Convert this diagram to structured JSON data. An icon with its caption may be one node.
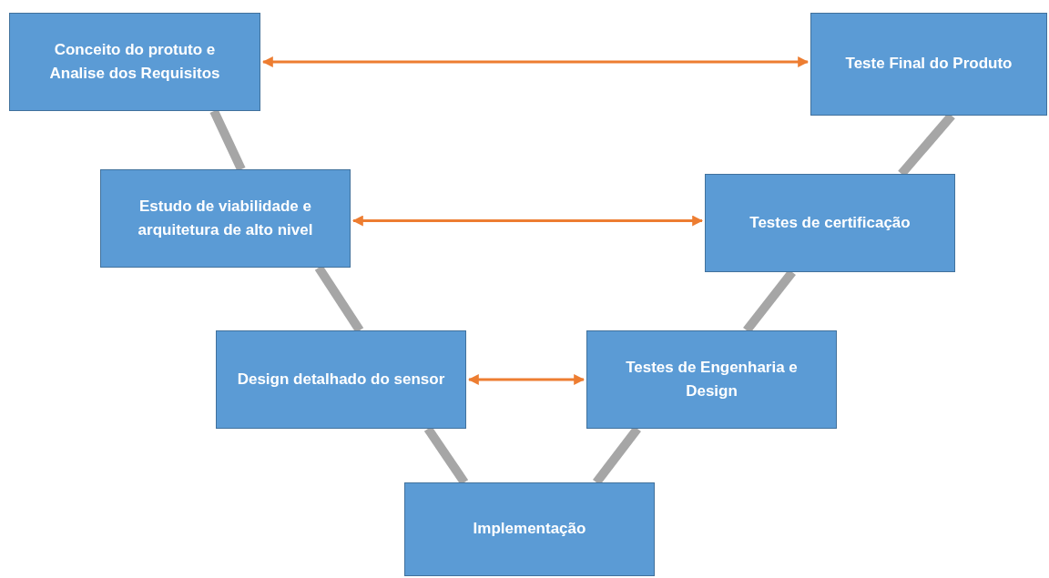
{
  "diagram": {
    "nodes": [
      {
        "text": [
          "Conceito do protuto e Analise dos Requisitos"
        ]
      },
      {
        "text": [
          "Teste Final do Produto"
        ]
      },
      {
        "text": [
          "Estudo de viabilidade e arquitetura de alto nivel"
        ]
      },
      {
        "text": [
          "Testes de certificação"
        ]
      },
      {
        "text": [
          "Design detalhado do sensor"
        ]
      },
      {
        "text": [
          "Testes de Engenharia e Design"
        ]
      },
      {
        "text": [
          "Implementação"
        ]
      }
    ],
    "edges": [
      {
        "from": 0,
        "to": 2,
        "arrow": "none"
      },
      {
        "from": 2,
        "to": 4,
        "arrow": "none"
      },
      {
        "from": 4,
        "to": 6,
        "arrow": "none"
      },
      {
        "from": 6,
        "to": 5,
        "arrow": "none"
      },
      {
        "from": 5,
        "to": 3,
        "arrow": "none"
      },
      {
        "from": 3,
        "to": 1,
        "arrow": "none"
      },
      {
        "from": 0,
        "to": 1,
        "arrow": "both",
        "color": "#ed7d31"
      },
      {
        "from": 2,
        "to": 3,
        "arrow": "both",
        "color": "#ed7d31"
      },
      {
        "from": 4,
        "to": 5,
        "arrow": "both",
        "color": "#ed7d31"
      }
    ]
  }
}
